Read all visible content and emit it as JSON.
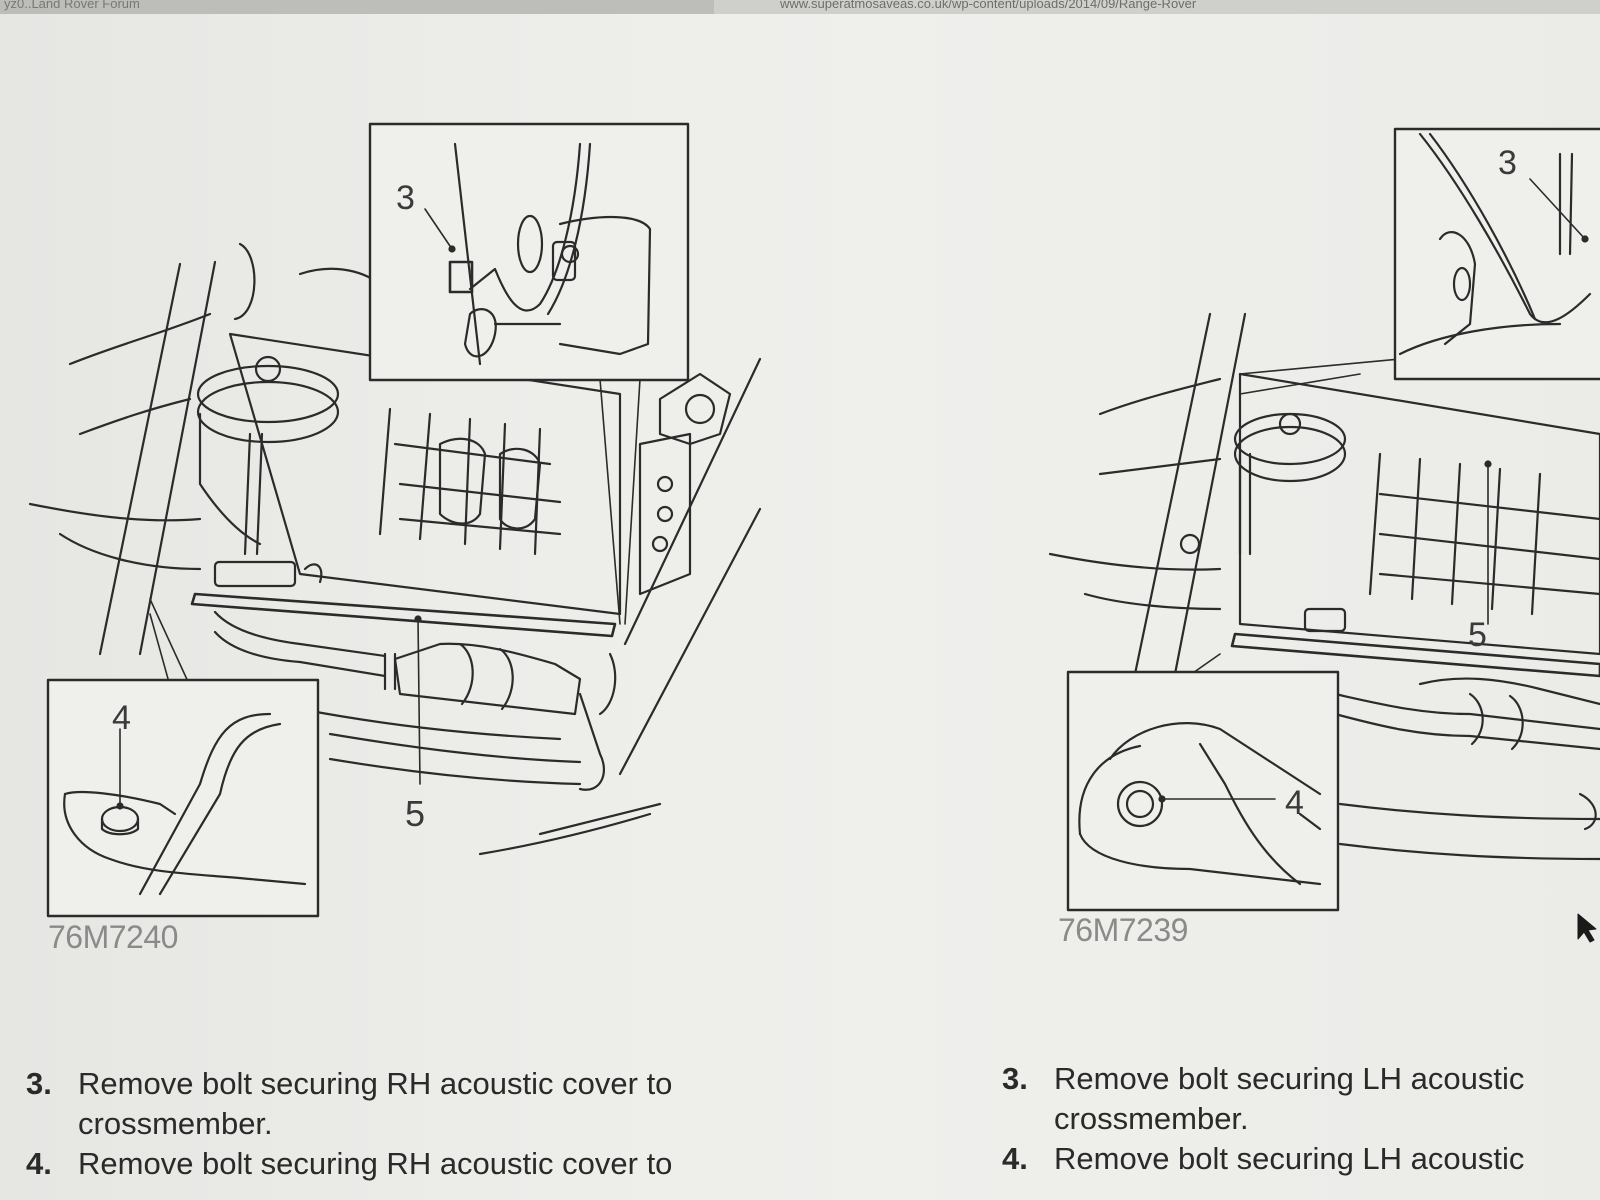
{
  "browser": {
    "tab_title": "yz0..Land Rover Forum",
    "url": "www.superatmosaveas.co.uk/wp-content/uploads/2014/09/Range-Rover"
  },
  "figures": [
    {
      "code": "76M7240",
      "callouts": {
        "c3": "3",
        "c4": "4",
        "c5": "5"
      }
    },
    {
      "code": "76M7239",
      "callouts": {
        "c3": "3",
        "c4": "4",
        "c5": "5"
      }
    }
  ],
  "instructions": {
    "rh": [
      {
        "num": "3.",
        "text": "Remove bolt securing RH acoustic cover to crossmember."
      },
      {
        "num": "4.",
        "text": "Remove bolt securing RH acoustic cover to"
      }
    ],
    "lh": [
      {
        "num": "3.",
        "text": "Remove bolt securing LH acoustic crossmember."
      },
      {
        "num": "4.",
        "text": "Remove bolt securing LH acoustic"
      }
    ]
  }
}
